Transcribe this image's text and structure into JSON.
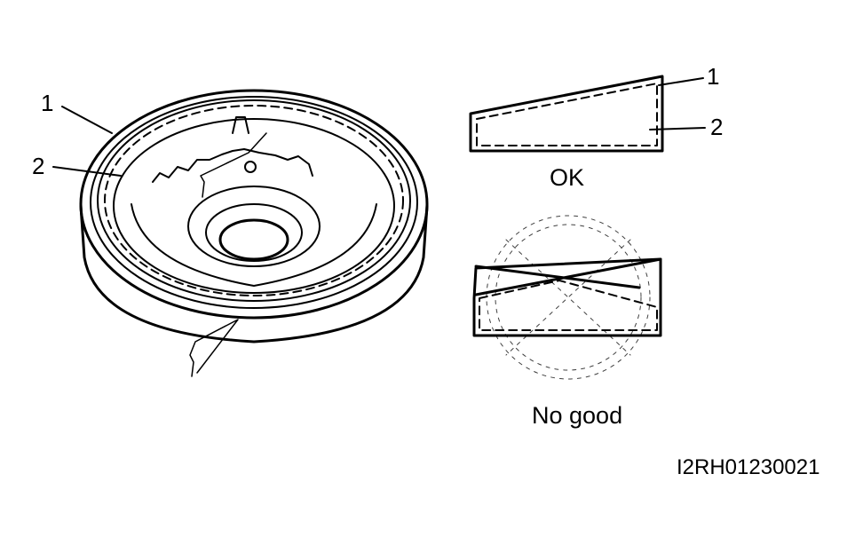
{
  "callouts": {
    "left_1": "1",
    "left_2": "2",
    "right_1": "1",
    "right_2": "2"
  },
  "captions": {
    "ok": "OK",
    "no_good": "No good"
  },
  "figure_code": "I2RH01230021",
  "colors": {
    "ink": "#000000",
    "background": "#ffffff"
  }
}
